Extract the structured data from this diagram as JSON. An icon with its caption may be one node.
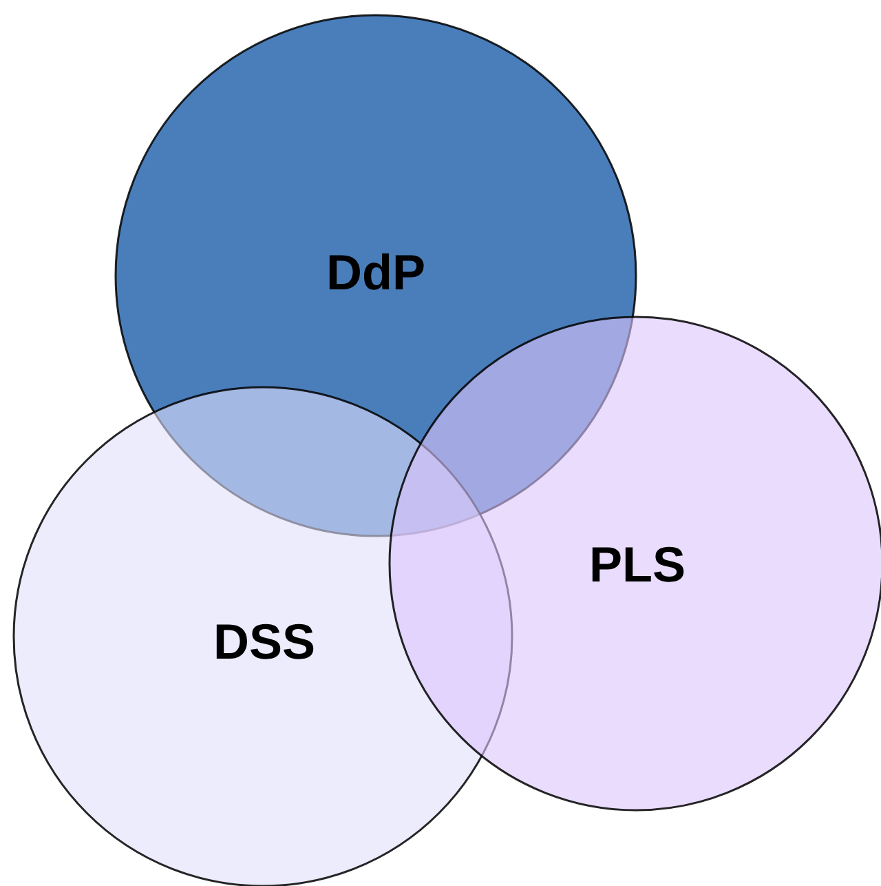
{
  "diagram": {
    "nodes": [
      {
        "text": [
          "DdP"
        ]
      },
      {
        "text": [
          "DSS"
        ]
      },
      {
        "text": [
          "PLS"
        ]
      }
    ]
  }
}
